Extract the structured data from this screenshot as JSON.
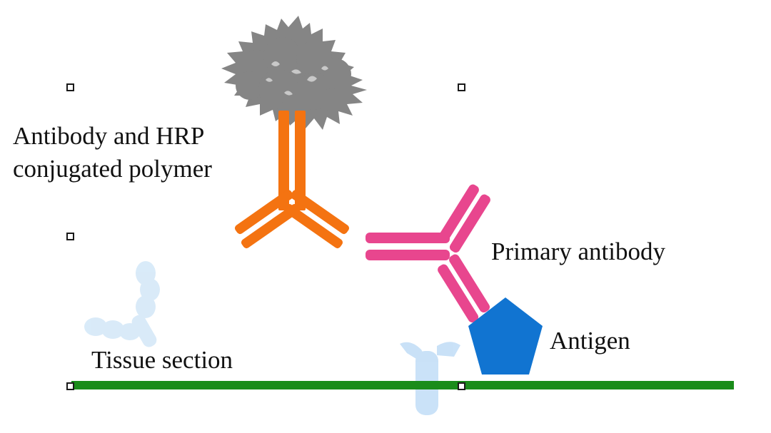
{
  "labels": {
    "polymer_line1": "Antibody and HRP",
    "polymer_line2": "conjugated polymer",
    "primary_antibody": "Primary antibody",
    "antigen": "Antigen",
    "tissue_section": "Tissue section"
  },
  "colors": {
    "hrp_polymer": "#858585",
    "secondary_antibody": "#f47311",
    "primary_antibody": "#e8468e",
    "antigen": "#1174d1",
    "tissue_section": "#1a8c1a",
    "faded_antibody": "#bcdcf5"
  }
}
